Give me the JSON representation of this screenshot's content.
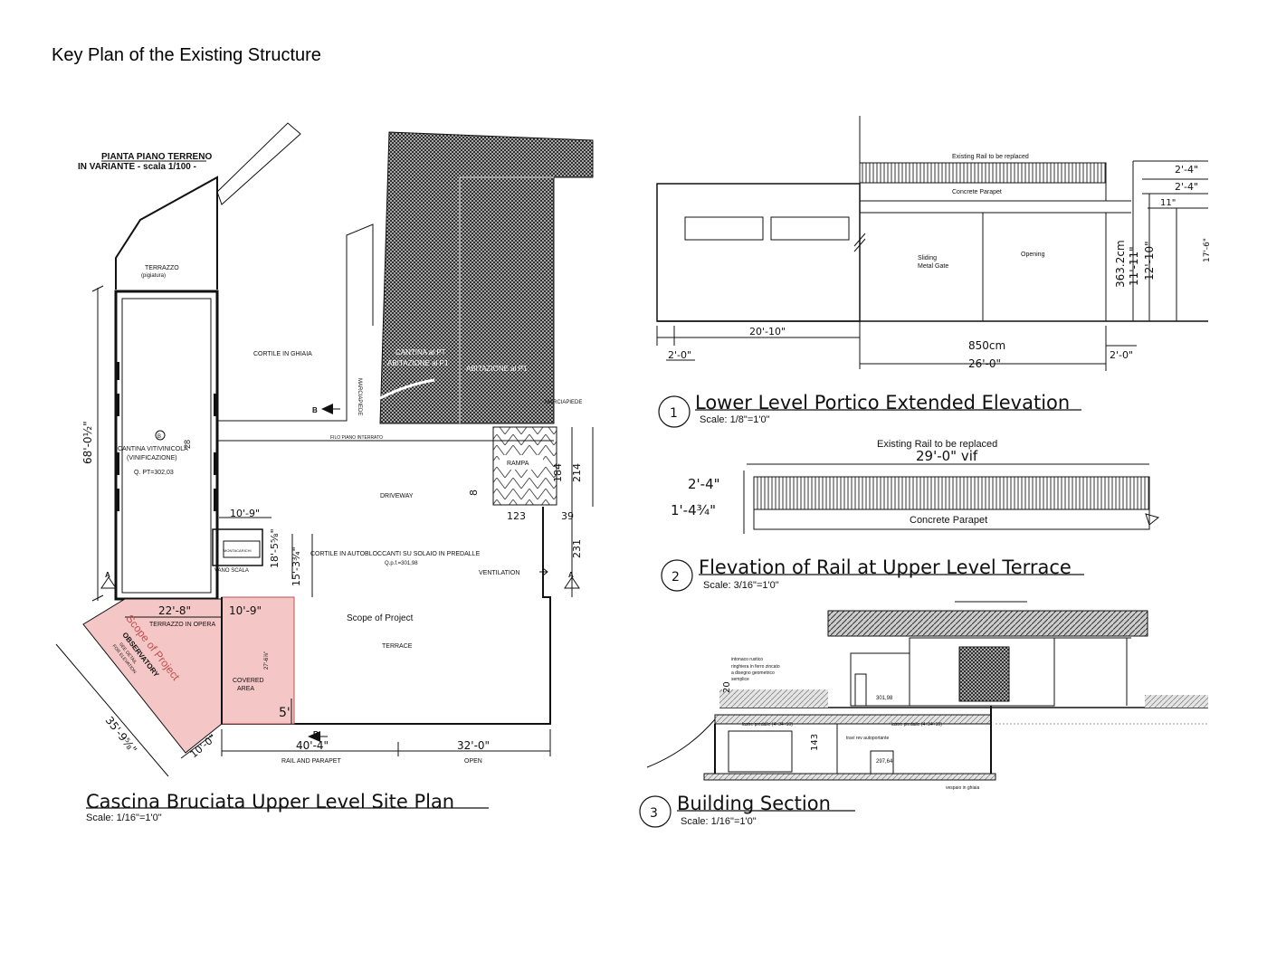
{
  "sheet_title": "Key Plan of the Existing Structure",
  "site_plan": {
    "header_line1": "PIANTA PIANO TERRENO",
    "header_line2": "IN VARIANTE - scala 1/100 -",
    "terrazzo": "TERRAZZO",
    "terrazzo_sub": "(pigiatura)",
    "cortile_ghiaia": "CORTILE IN GHIAIA",
    "marciapiede_vertical": "MARCIAPIEDE",
    "marciapiede": "MARCIAPIEDE",
    "cantina_line1": "CANTINA al PT",
    "cantina_line2": "ABITAZIONE al P1",
    "abitazione": "ABITAZIONE al P1",
    "circle_b": "B",
    "cantina_viti": "CANTINA VITIVINICOLA",
    "vinificazione": "(VINIFICAZIONE)",
    "quota_pt": "Q. PT=302,03",
    "filo_piano": "FILO PIANO INTERRATO",
    "rampa": "RAMPA",
    "driveway": "DRIVEWAY",
    "cortile_auto": "CORTILE IN AUTOBLOCCANTI SU SOLAIO IN PREDALLE",
    "qpf": "Q.p.f.=301,98",
    "ventilation": "VENTILATION",
    "montacarichi": "MONTACARICHI",
    "vano_scala": "VANO SCALA",
    "scope_main": "Scope of Project",
    "terrace": "TERRACE",
    "terrazzo_opera": "TERRAZZO IN OPERA",
    "covered_line1": "COVERED",
    "covered_line2": "AREA",
    "scope_pink": "Scope of Project",
    "observatory": "OBSERVATORY",
    "observatory_sub1": "SEE DETAIL",
    "observatory_sub2": "FOR ELEVATION",
    "section_a": "A",
    "section_b": "B",
    "dim_68": "68'-0½\"",
    "dim_10_9_top": "10'-9\"",
    "dim_18": "18'-5⅝\"",
    "dim_15": "15'-3¾\"",
    "dim_22": "22'-8\"",
    "dim_10_9_bot": "10'-9\"",
    "dim_27": "27'-6⅞\"",
    "dim_5": "5'",
    "dim_35": "35'-9⅝\"",
    "dim_10_0": "10'-0\"",
    "dim_40": "40'-4\"",
    "dim_32": "32'-0\"",
    "rail_parapet": "RAIL AND PARAPET",
    "open": "OPEN",
    "dim_123": "123",
    "dim_39": "39",
    "dim_184": "184",
    "dim_214": "214",
    "dim_231": "231",
    "dim_8": "8",
    "dim_28": "28",
    "caption": "Cascina Bruciata Upper Level Site Plan",
    "scale": "Scale: 1/16\"=1'0\""
  },
  "elevation1": {
    "existing_rail": "Existing Rail to be replaced",
    "concrete_parapet": "Concrete Parapet",
    "sliding_line1": "Sliding",
    "sliding_line2": "Metal Gate",
    "opening": "Opening",
    "dim_2_4a": "2'-4\"",
    "dim_2_4b": "2'-4\"",
    "dim_11": "11\"",
    "dim_363": "363.2cm",
    "dim_11_11": "11'-11\"",
    "dim_12_10": "12'-10\"",
    "dim_17": "17'-6\"",
    "dim_20_10": "20'-10\"",
    "dim_2_0_left": "2'-0\"",
    "dim_850": "850cm",
    "dim_26": "26'-0\"",
    "dim_2_0_right": "2'-0\"",
    "number": "1",
    "title": "Lower Level Portico Extended Elevation",
    "scale": "Scale: 1/8\"=1'0\""
  },
  "elevation2": {
    "existing_rail": "Existing Rail to be replaced",
    "dim_29": "29'-0\" vif",
    "dim_2_4": "2'-4\"",
    "dim_1_4": "1'-4¾\"",
    "concrete_parapet": "Concrete Parapet",
    "number": "2",
    "title": "Flevation of Rail at Upper Level Terrace",
    "scale": "Scale: 3/16\"=1'0\""
  },
  "section3": {
    "note_intonaco1": "intonaco rustico",
    "note_ringhiera1": "ringhiera in ferro zincato",
    "note_ringhiera2": "a disegno geometrico",
    "note_ringhiera3": "semplice",
    "lastre1": "lastre predalle (4+34+10)",
    "lastre2": "lastre predalle (4+34+10)",
    "travi": "travi rev autoportante",
    "quota1": "301,98",
    "quota2": "297,64",
    "vespaio": "vespaio in ghiaia",
    "dim_143": "143",
    "dim_20": "20",
    "number": "3",
    "title": "Building Section",
    "scale": "Scale: 1/16\"=1'0\""
  },
  "colors": {
    "line": "#111111",
    "highlight": "#f4c6c6",
    "highlight_text": "#c05050",
    "hatch_fill": "#3a3a3a"
  }
}
